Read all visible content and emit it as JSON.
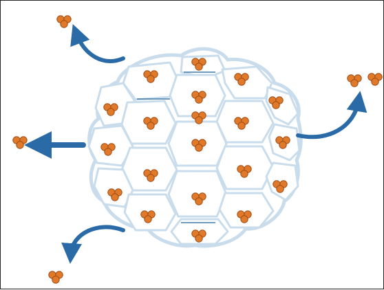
{
  "diagram": {
    "kind": "cell-aggregate-dispersal",
    "cluster_count": 20,
    "released_cluster_count": 5,
    "outward_arrows": 4,
    "arrow_directions": [
      "up-left",
      "left",
      "down-left",
      "up-right"
    ],
    "colors": {
      "background": "#ffffff",
      "frame": "#222222",
      "cell_outline": "#c9dcec",
      "cell_fill": "#ffffff",
      "inner_wall": "#3e78a8",
      "particle_fill": "#e07a2a",
      "particle_stroke": "#9e4c14",
      "arrow": "#2a6aa6"
    },
    "icons": {
      "particle": "orange-particle-cluster-icon",
      "arrow": "blue-curved-arrow-icon"
    }
  }
}
